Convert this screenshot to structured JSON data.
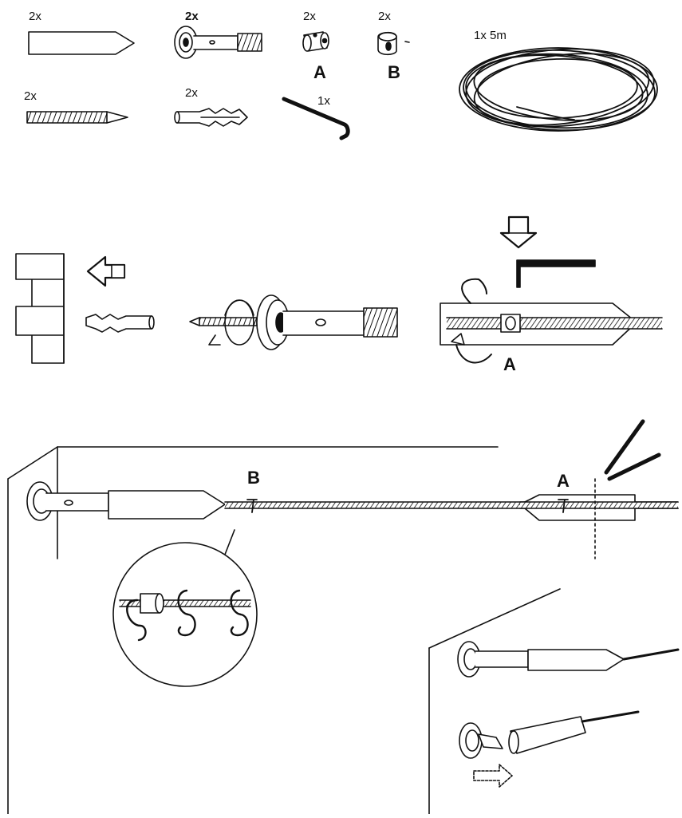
{
  "parts": {
    "end_cap": "2x",
    "wall_bracket": "2x",
    "clamp_a": "2x",
    "clamp_a_letter": "A",
    "clamp_b": "2x",
    "clamp_b_letter": "B",
    "wire": "1x 5m",
    "screw": "2x",
    "wall_plug": "2x",
    "allen_key": "1x"
  },
  "step_labels": {
    "tension_label": "A",
    "assembly_b": "B",
    "assembly_a": "A"
  },
  "icons": [
    "push-arrow-icon",
    "down-arrow-icon",
    "rotate-icon",
    "scissors-icon",
    "turn-arrow-icon"
  ]
}
